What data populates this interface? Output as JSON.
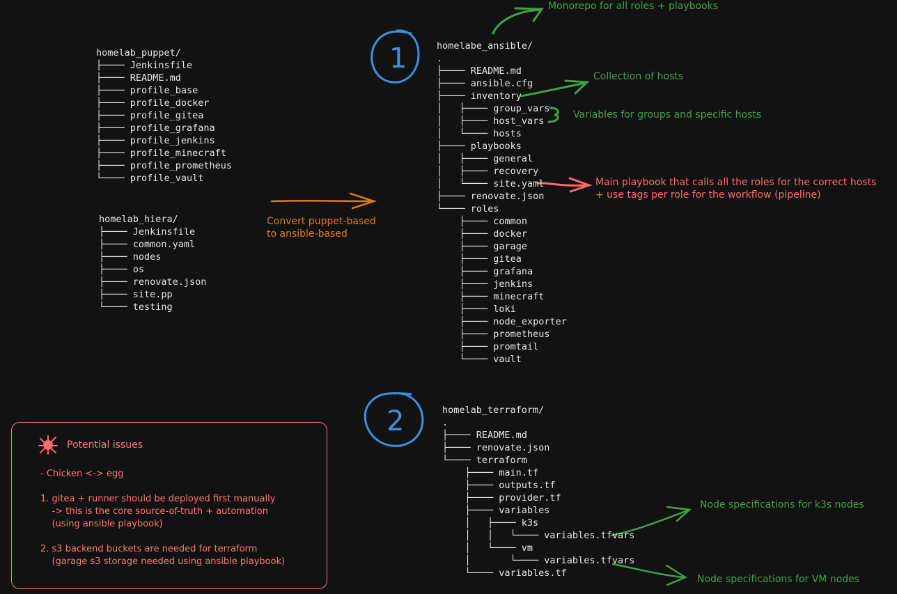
{
  "puppet_tree": {
    "root": "homelab_puppet/",
    "items": [
      "├──── Jenkinsfile",
      "├──── README.md",
      "├──── profile_base",
      "├──── profile_docker",
      "├──── profile_gitea",
      "├──── profile_grafana",
      "├──── profile_jenkins",
      "├──── profile_minecraft",
      "├──── profile_prometheus",
      "└──── profile_vault"
    ]
  },
  "hiera_tree": {
    "root": "homelab_hiera/",
    "items": [
      "├──── Jenkinsfile",
      "├──── common.yaml",
      "├──── nodes",
      "├──── os",
      "├──── renovate.json",
      "├──── site.pp",
      "└──── testing"
    ]
  },
  "convert_note": {
    "line1": "Convert puppet-based",
    "line2": "to ansible-based"
  },
  "ansible_tree": {
    "number": "1",
    "root": "homelabe_ansible/",
    "items": [
      ".",
      "├──── README.md",
      "├──── ansible.cfg",
      "├──── inventory",
      "│   ├──── group_vars",
      "│   ├──── host_vars",
      "│   └──── hosts",
      "├──── playbooks",
      "│   ├──── general",
      "│   ├──── recovery",
      "│   └──── site.yaml",
      "├──── renovate.json",
      "└──── roles",
      "    ├──── common",
      "    ├──── docker",
      "    ├──── garage",
      "    ├──── gitea",
      "    ├──── grafana",
      "    ├──── jenkins",
      "    ├──── minecraft",
      "    ├──── loki",
      "    ├──── node_exporter",
      "    ├──── prometheus",
      "    ├──── promtail",
      "    └──── vault"
    ]
  },
  "terraform_tree": {
    "number": "2",
    "root": "homelab_terraform/",
    "items": [
      ".",
      "├──── README.md",
      "├──── renovate.json",
      "└──── terraform",
      "    ├──── main.tf",
      "    ├──── outputs.tf",
      "    ├──── provider.tf",
      "    ├──── variables",
      "    │   ├──── k3s",
      "    │   │   └──── variables.tfvars",
      "    │   └──── vm",
      "    │       └──── variables.tfvars",
      "    └──── variables.tf"
    ]
  },
  "annotations": {
    "monorepo": "Monorepo for all roles + playbooks",
    "hosts": "Collection of hosts",
    "vars": "Variables for groups and specific hosts",
    "main_playbook_1": "Main playbook that calls all the roles for the correct hosts",
    "main_playbook_2": "+ use tags per role for the workflow (pipeline)",
    "k3s_nodes": "Node specifications for k3s nodes",
    "vm_nodes": "Node specifications for VM nodes"
  },
  "issues": {
    "title": "Potential issues",
    "lines": [
      "- Chicken <-> egg",
      "",
      "1. gitea + runner should be deployed first manually",
      "    -> this is the core source-of-truth + automation",
      "    (using ansible playbook)",
      "",
      "2. s3 backend buckets are needed for terraform",
      "    (garage s3 storage needed using ansible playbook)"
    ]
  },
  "colors": {
    "background": "#121212",
    "green": "#43a047",
    "red": "#ff6b6b",
    "orange": "#e07b16",
    "blue": "#3d8fe0",
    "text": "#e6e6e6"
  }
}
